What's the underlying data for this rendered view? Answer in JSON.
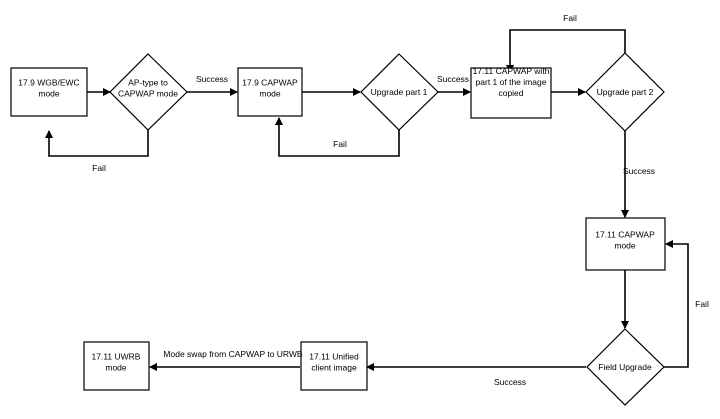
{
  "nodes": {
    "wgb_ewc": [
      "17.9 WGB/EWC",
      "mode"
    ],
    "ap_type": [
      "AP-type to",
      "CAPWAP mode"
    ],
    "capwap_179": [
      "17.9 CAPWAP",
      "mode"
    ],
    "upgrade_1": [
      "Upgrade part 1"
    ],
    "capwap_1711_part1": [
      "17.11 CAPWAP with",
      "part 1 of the image",
      "copied"
    ],
    "upgrade_2": [
      "Upgrade part 2"
    ],
    "capwap_1711": [
      "17.11 CAPWAP",
      "mode"
    ],
    "field_upgrade": [
      "Field Upgrade"
    ],
    "unified_1711": [
      "17.11 Unified",
      "client image"
    ],
    "uwrb_1711": [
      "17.11 UWRB",
      "mode"
    ]
  },
  "edges": {
    "ap_type_success": "Success",
    "ap_type_fail": "Fail",
    "upgrade1_success": "Success",
    "upgrade1_fail": "Fail",
    "upgrade2_fail": "Fail",
    "upgrade2_success": "Success",
    "field_fail": "Fail",
    "field_success": "Success",
    "mode_swap": "Mode swap from CAPWAP to URWB"
  }
}
